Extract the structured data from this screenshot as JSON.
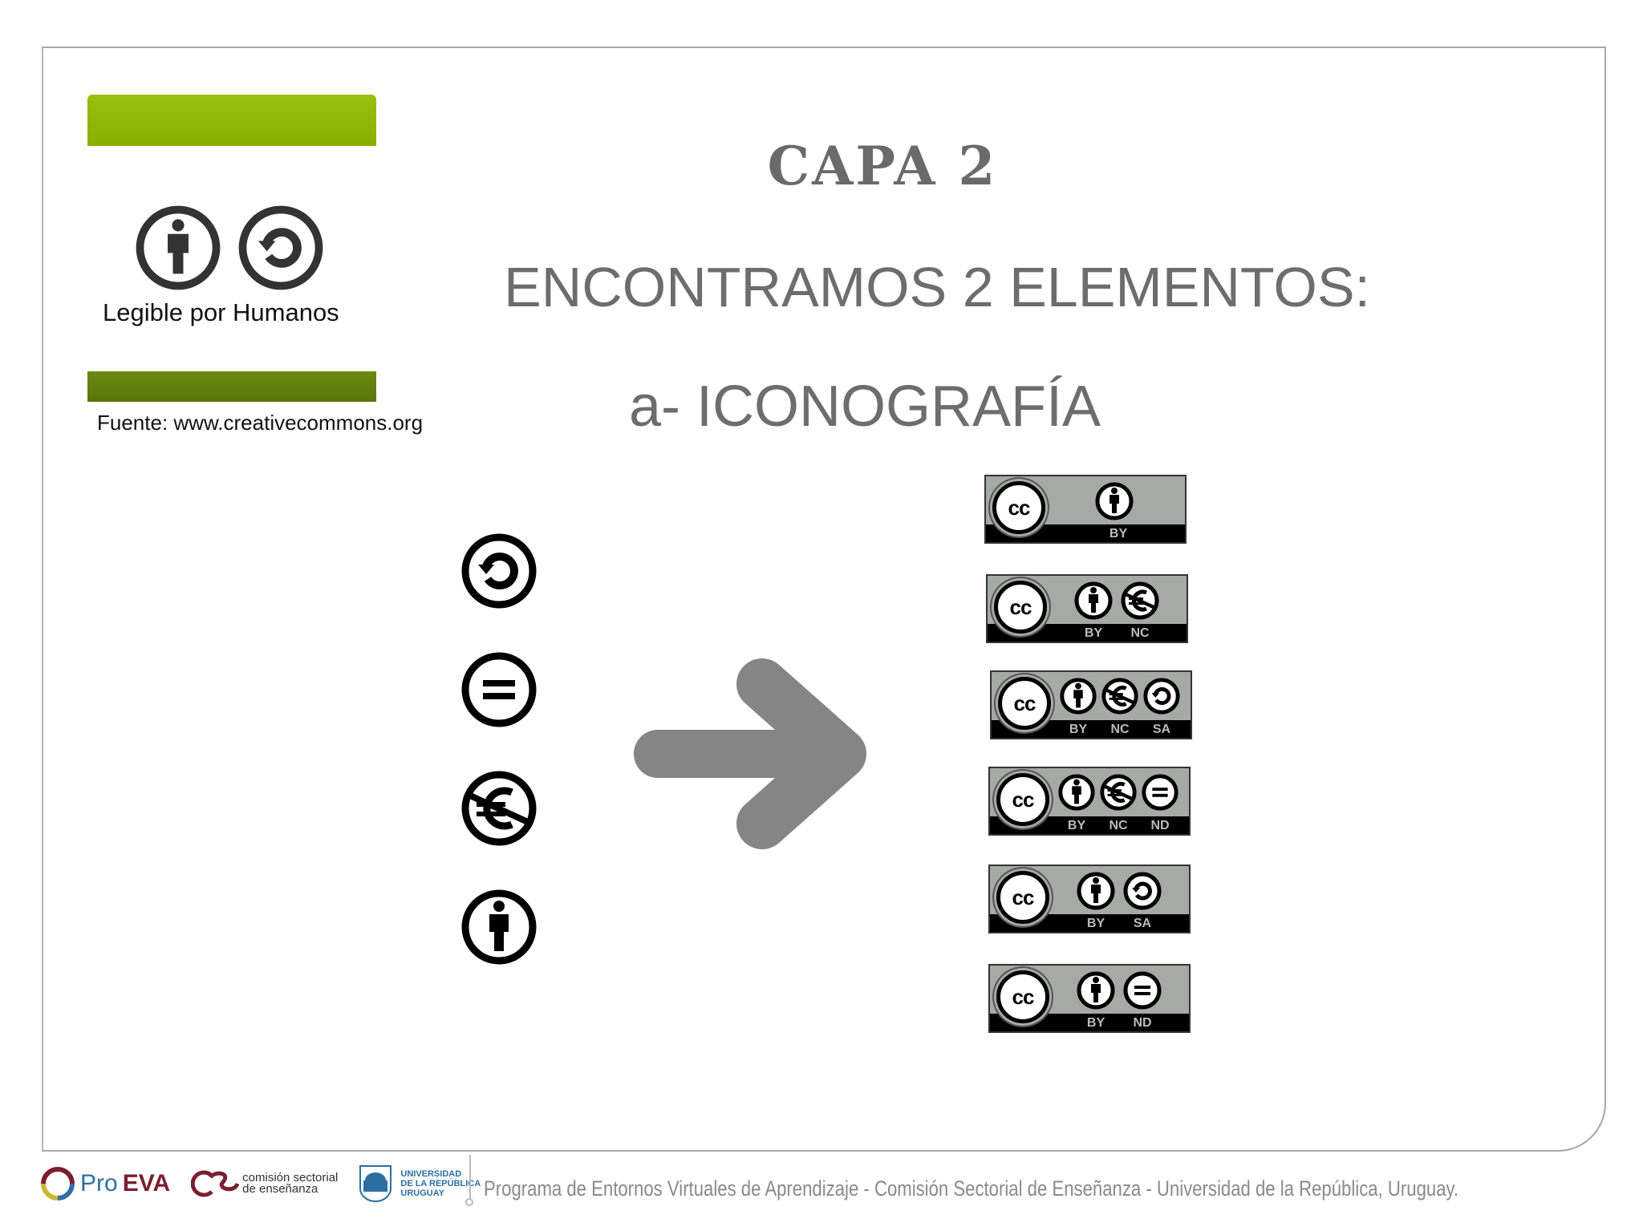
{
  "slide": {
    "title": "CAPA 2",
    "subtitle": "ENCONTRAMOS 2 ELEMENTOS:",
    "point": "a- ICONOGRAFÍA"
  },
  "legible_panel": {
    "label": "Legible por Humanos",
    "icons": [
      "attribution-icon",
      "share-alike-icon"
    ],
    "source": "Fuente: www.creativecommons.org",
    "colors": {
      "top_bar": "#8fba0a",
      "bottom_bar": "#607f0e"
    }
  },
  "element_icons": [
    {
      "name": "share-alike-icon"
    },
    {
      "name": "no-derivatives-icon"
    },
    {
      "name": "non-commercial-icon"
    },
    {
      "name": "attribution-icon"
    }
  ],
  "arrow": {
    "color": "#858585"
  },
  "licenses": [
    {
      "cc": "cc",
      "labels": [
        "BY"
      ]
    },
    {
      "cc": "cc",
      "labels": [
        "BY",
        "NC"
      ]
    },
    {
      "cc": "cc",
      "labels": [
        "BY",
        "NC",
        "SA"
      ]
    },
    {
      "cc": "cc",
      "labels": [
        "BY",
        "NC",
        "ND"
      ]
    },
    {
      "cc": "cc",
      "labels": [
        "BY",
        "SA"
      ]
    },
    {
      "cc": "cc",
      "labels": [
        "BY",
        "ND"
      ]
    }
  ],
  "footer": {
    "proeva_pro": "Pro",
    "proeva_eva": "EVA",
    "cse_line1": "comisión sectorial",
    "cse_line2": "de enseñanza",
    "udelar_line1": "UNIVERSIDAD",
    "udelar_line2": "DE LA REPÚBLICA",
    "udelar_line3": "URUGUAY",
    "text": "Programa de Entornos Virtuales de Aprendizaje  - Comisión Sectorial de Enseñanza - Universidad de la República, Uruguay."
  }
}
